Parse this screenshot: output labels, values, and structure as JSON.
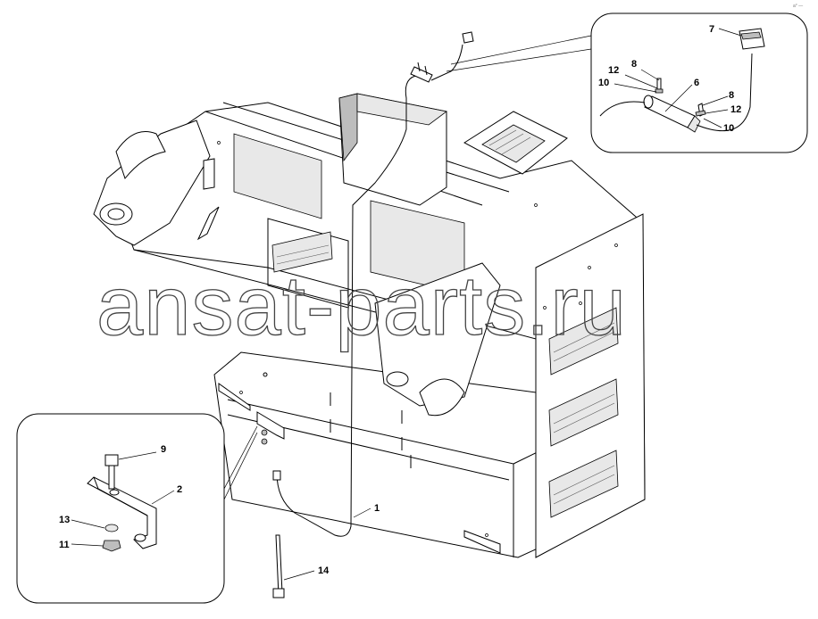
{
  "watermark": "ansat-parts.ru",
  "corner_mark": "a° —",
  "callouts": {
    "c1": "1",
    "c2": "2",
    "c6": "6",
    "c7": "7",
    "c8a": "8",
    "c8b": "8",
    "c9": "9",
    "c10a": "10",
    "c10b": "10",
    "c11": "11",
    "c12a": "12",
    "c12b": "12",
    "c13": "13",
    "c14": "14"
  }
}
